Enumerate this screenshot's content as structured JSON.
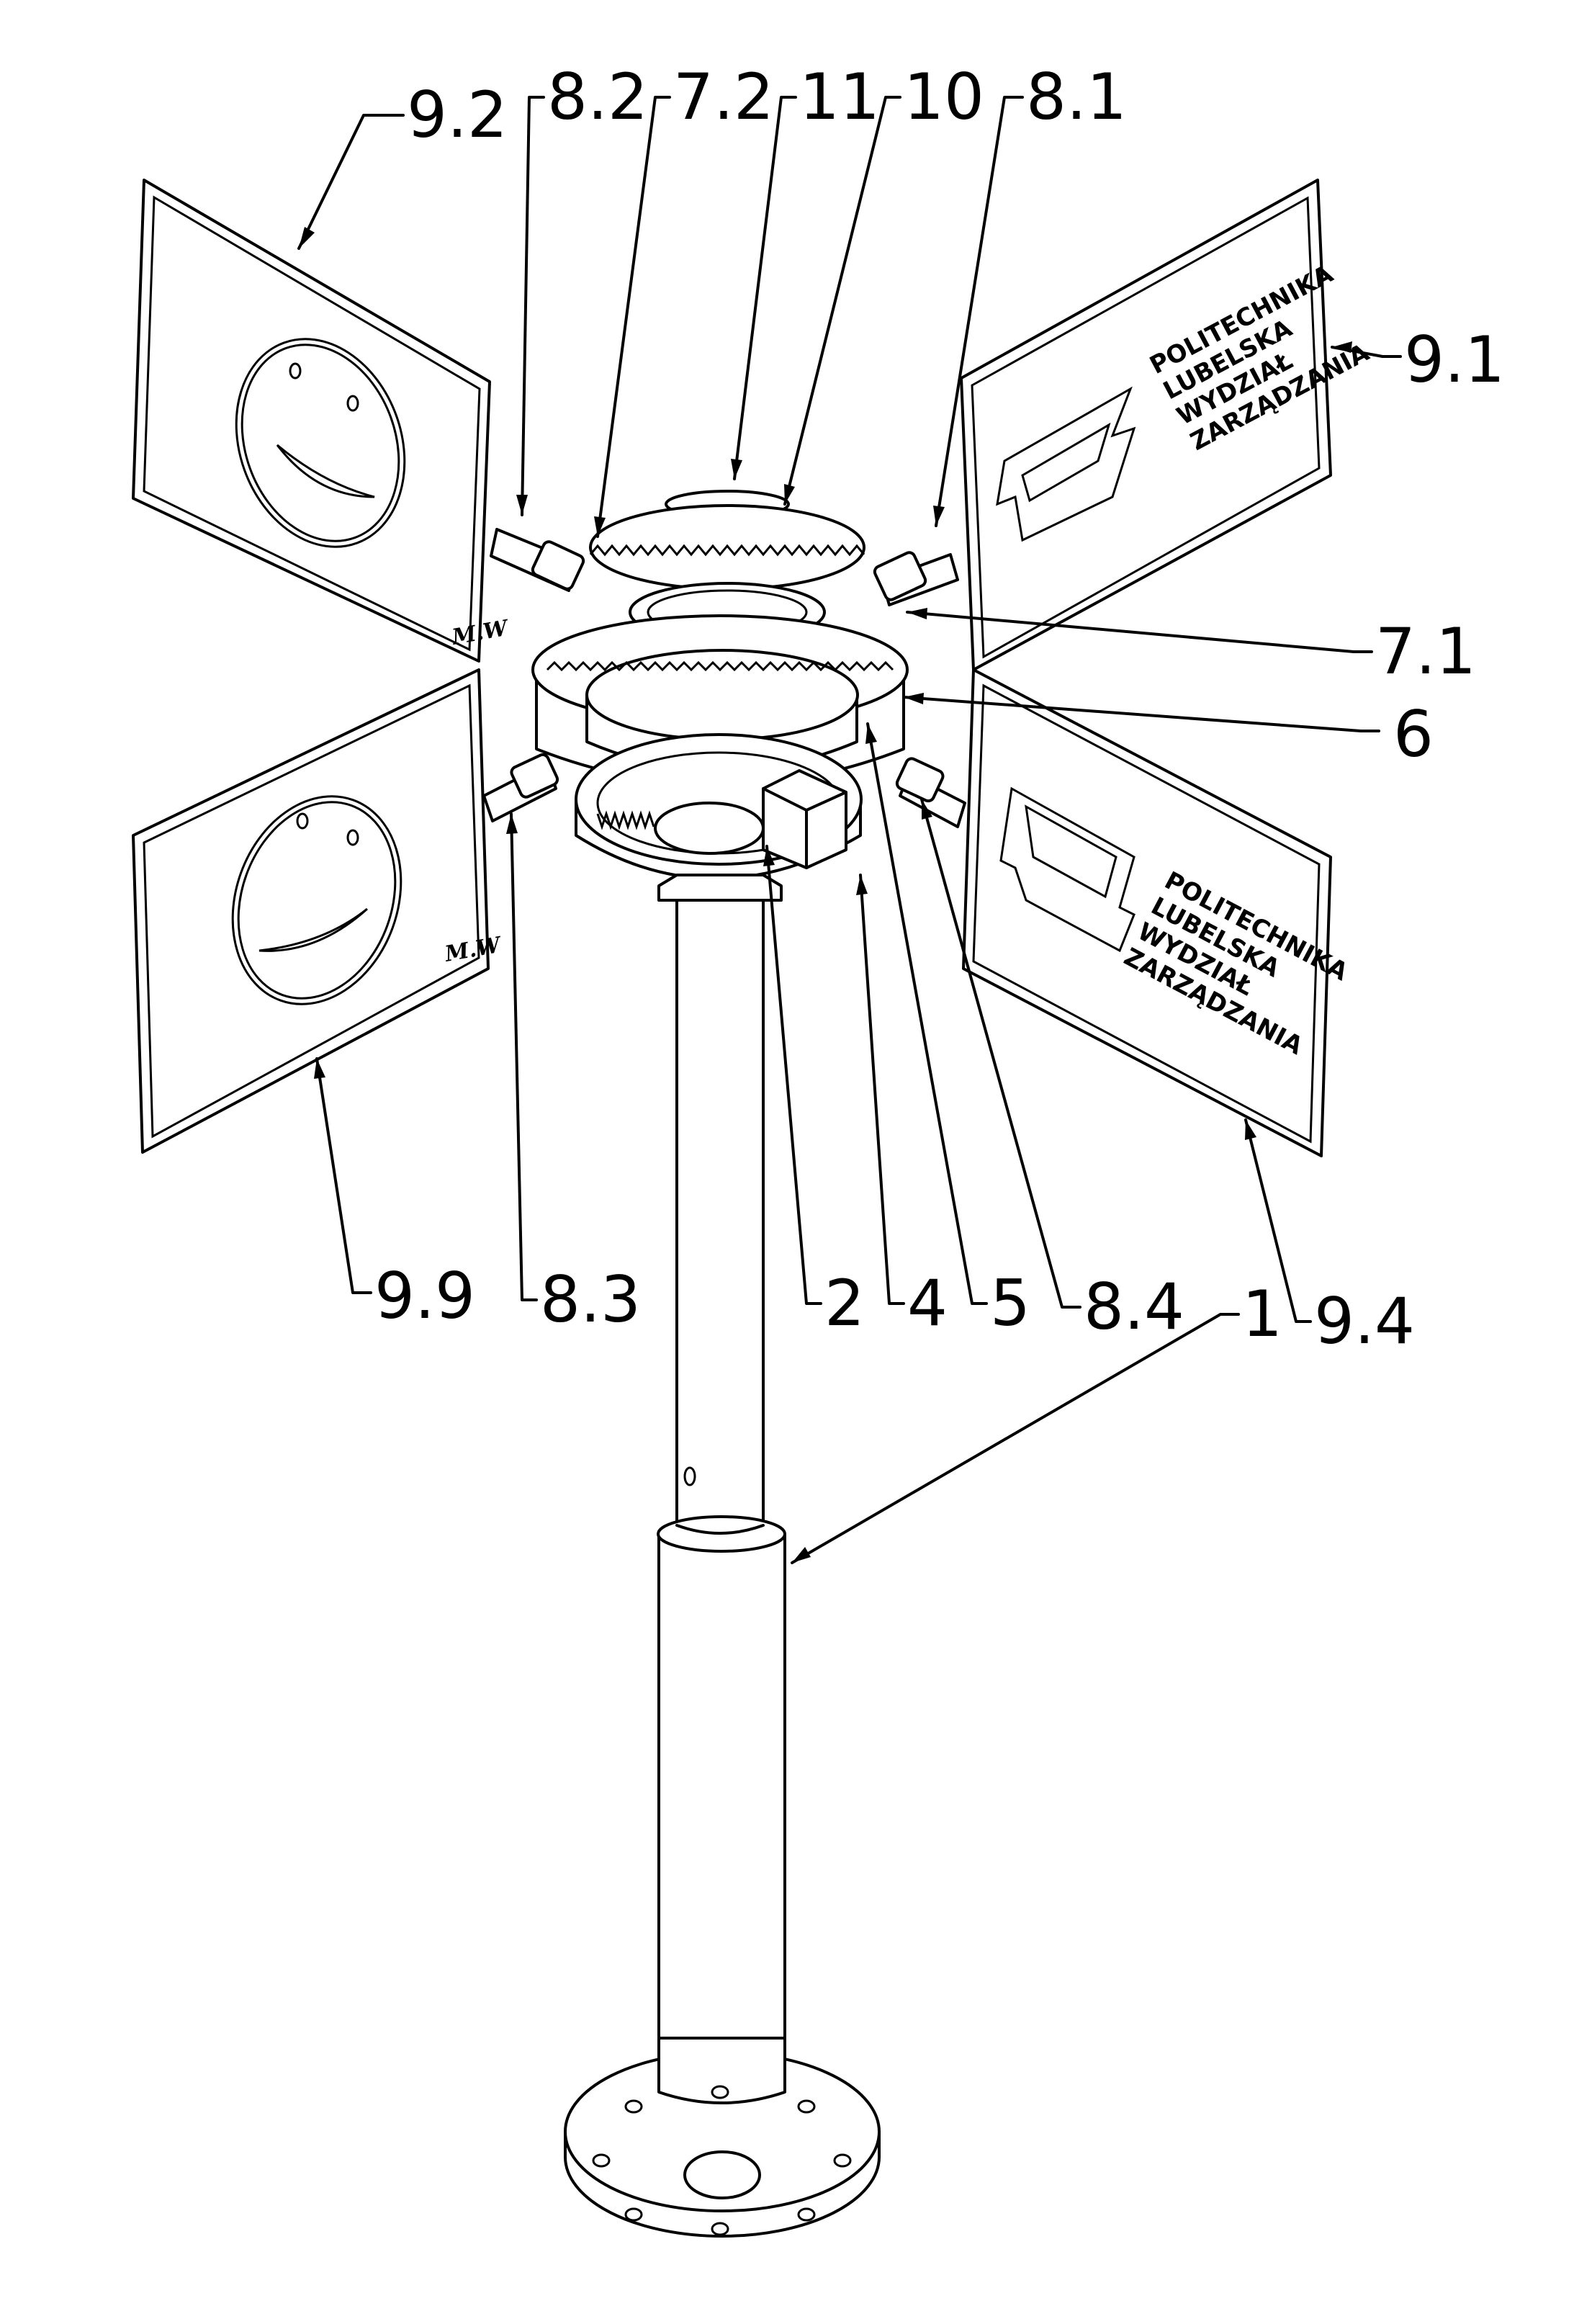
{
  "figure": {
    "reference_labels": [
      {
        "id": "label-9-2",
        "text": "9.2"
      },
      {
        "id": "label-8-2",
        "text": "8.2"
      },
      {
        "id": "label-7-2",
        "text": "7.2"
      },
      {
        "id": "label-11",
        "text": "11"
      },
      {
        "id": "label-10",
        "text": "10"
      },
      {
        "id": "label-8-1",
        "text": "8.1"
      },
      {
        "id": "label-9-1",
        "text": "9.1"
      },
      {
        "id": "label-7-1",
        "text": "7.1"
      },
      {
        "id": "label-6",
        "text": "6"
      },
      {
        "id": "label-9-9",
        "text": "9.9"
      },
      {
        "id": "label-8-3",
        "text": "8.3"
      },
      {
        "id": "label-2",
        "text": "2"
      },
      {
        "id": "label-4",
        "text": "4"
      },
      {
        "id": "label-5",
        "text": "5"
      },
      {
        "id": "label-8-4",
        "text": "8.4"
      },
      {
        "id": "label-1",
        "text": "1"
      },
      {
        "id": "label-9-4",
        "text": "9.4"
      }
    ],
    "logo_lines": [
      "POLITECHNIKA",
      "LUBELSKA",
      "WYDZIAŁ",
      "ZARZĄDZANIA"
    ],
    "signature": "M.W"
  }
}
